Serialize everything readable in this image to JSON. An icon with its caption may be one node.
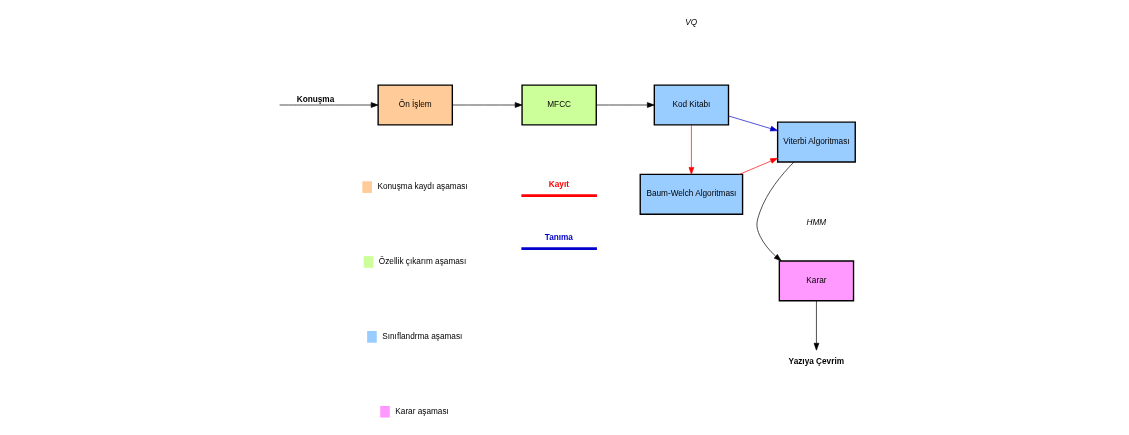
{
  "diagram": {
    "nodes": [
      {
        "text": [
          "Ön İşlem"
        ]
      },
      {
        "text": [
          "MFCC"
        ]
      },
      {
        "text": [
          "Kod Kitabı"
        ]
      },
      {
        "text": [
          "Baum-Welch Algoritması"
        ]
      },
      {
        "text": [
          "Viterbi Algoritması"
        ]
      },
      {
        "text": [
          "Karar"
        ]
      },
      {
        "text": [
          "Yazıya Çevrim"
        ]
      }
    ],
    "edges": [
      {
        "from": null,
        "to": 0,
        "arrow": "to",
        "label": "Konuşma"
      },
      {
        "from": 0,
        "to": 1,
        "arrow": "to"
      },
      {
        "from": 1,
        "to": 2,
        "arrow": "to"
      },
      {
        "from": 2,
        "to": 3,
        "arrow": "to",
        "color": "#ff0000"
      },
      {
        "from": 2,
        "to": 4,
        "arrow": "to",
        "color": "#0000cc"
      },
      {
        "from": 3,
        "to": 4,
        "arrow": "to",
        "color": "#ff0000"
      },
      {
        "from": 4,
        "to": 5,
        "arrow": "to"
      },
      {
        "from": 5,
        "to": 6,
        "arrow": "to"
      }
    ],
    "labels": [
      "VQ",
      "HMM"
    ],
    "legend": [
      {
        "text": "Konuşma kaydı aşaması",
        "color": "#ffcc99"
      },
      {
        "text": "Özellik çıkarım aşaması",
        "color": "#ccff99"
      },
      {
        "text": "Sınıflandrma aşaması",
        "color": "#99ccff"
      },
      {
        "text": "Karar aşaması",
        "color": "#ff99ff"
      },
      {
        "text": "Kayıt",
        "color": "#ff0000"
      },
      {
        "text": "Tanıma",
        "color": "#0000cc"
      }
    ]
  }
}
